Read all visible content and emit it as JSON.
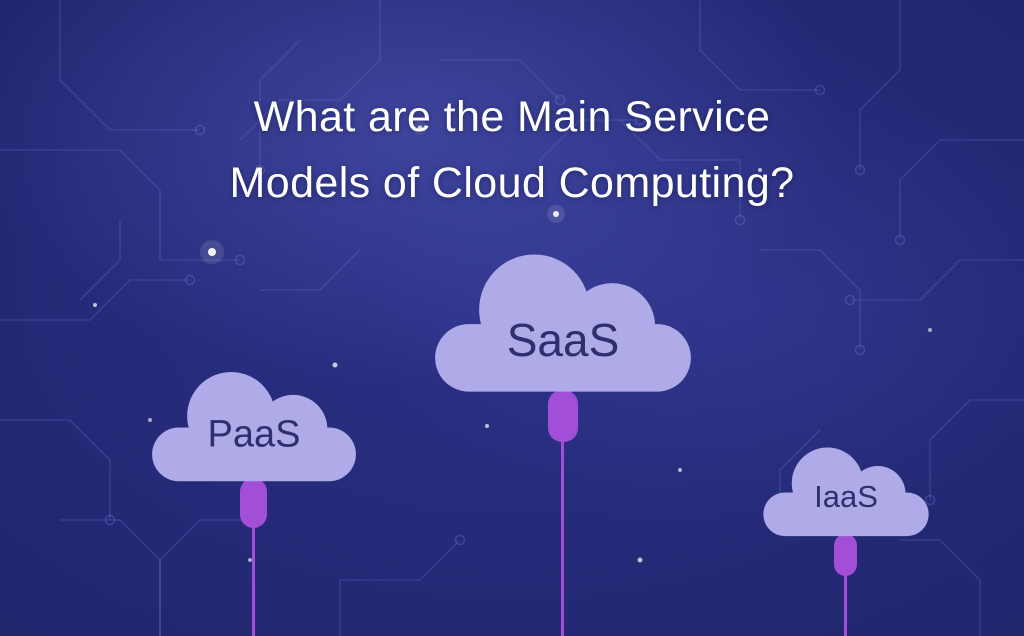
{
  "title": {
    "line1": "What are the Main Service",
    "line2": "Models of Cloud Computing?"
  },
  "clouds": [
    {
      "id": "saas",
      "label": "SaaS"
    },
    {
      "id": "paas",
      "label": "PaaS"
    },
    {
      "id": "iaas",
      "label": "IaaS"
    }
  ],
  "colors": {
    "background": "#21256C",
    "cloud": "#AEABE8",
    "cloud-text": "#2F2F6D",
    "stem": "#A24ED6",
    "title-text": "#FFFFFF",
    "circuit-line": "#7B83DD"
  }
}
